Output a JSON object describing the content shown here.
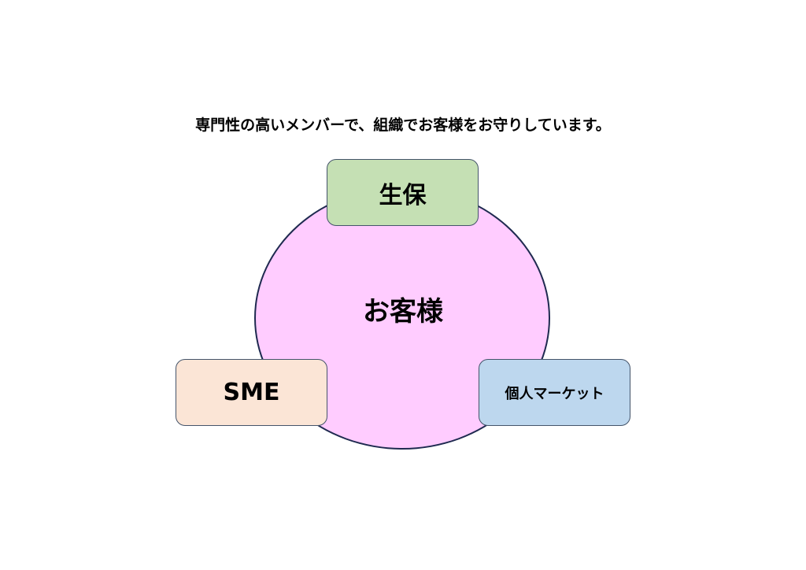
{
  "title": "専門性の高いメンバーで、組織でお客様をお守りしています。",
  "center": "お客様",
  "segments": [
    {
      "label": "生保",
      "color": "#C5E0B4"
    },
    {
      "label": "SME",
      "color": "#FBE5D6"
    },
    {
      "label": "個人マーケット",
      "color": "#BDD7EE"
    }
  ],
  "colors": {
    "circle_fill": "#FFCCFF",
    "circle_stroke": "#1F2A50"
  }
}
